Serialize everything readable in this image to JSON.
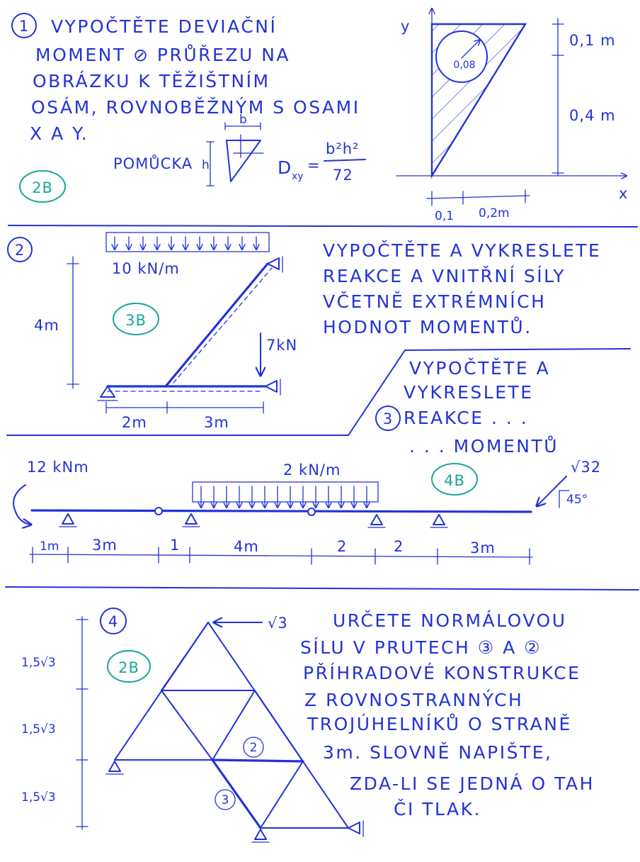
{
  "colors": {
    "ink": "#2233d6",
    "grade": "#1aa69a",
    "paper": "#ffffff"
  },
  "task1": {
    "number": "1",
    "text_lines": [
      "VYPOČTĚTE DEVIAČNÍ",
      "MOMENT ⊘ PRŮŘEZU NA",
      "OBRÁZKU K TĚŽIŠTNÍM",
      "OSÁM, ROVNOBĚŽNÝM S OSAMI",
      "X A Y."
    ],
    "hint_label": "POMŮCKA",
    "hint_b": "b",
    "hint_h": "h",
    "formula_lhs": "D",
    "formula_sub": "xy",
    "formula_num": "b²h²",
    "formula_den": "72",
    "points": "2B",
    "axis_y": "y",
    "axis_x": "x",
    "circle_r": "0,08",
    "dim_top": "0,1 m",
    "dim_height": "0,4 m",
    "dim_left": "0,1",
    "dim_right": "0,2m"
  },
  "task2": {
    "number": "2",
    "load": "10 kN/m",
    "height": "4m",
    "points": "3B",
    "force": "7kN",
    "span_a": "2m",
    "span_b": "3m",
    "text_lines": [
      "VYPOČTĚTE A VYKRESLETE",
      "REAKCE A VNITŘNÍ SÍLY",
      "VČETNĚ EXTRÉMNÍCH",
      "HODNOT MOMENTŮ."
    ]
  },
  "task3": {
    "number": "3",
    "text_lines": [
      "VYPOČTĚTE A",
      "VYKRESLETE",
      "REAKCE . . .",
      ". . . MOMENTŮ"
    ],
    "points": "4B",
    "moment": "12 kNm",
    "load": "2 kN/m",
    "force": "√32",
    "angle": "45°",
    "dims": [
      "1m",
      "3m",
      "1",
      "4m",
      "2",
      "2",
      "3m"
    ]
  },
  "task4": {
    "number": "4",
    "force": "√3",
    "points": "2B",
    "dims": [
      "1,5√3",
      "1,5√3",
      "1,5√3"
    ],
    "member_a": "2",
    "member_b": "3",
    "text_lines": [
      "URČETE NORMÁLOVOU",
      "SÍLU V PRUTECH ③ A ②",
      "PŘÍHRADOVÉ KONSTRUKCE",
      "Z ROVNOSTRANNÝCH",
      "TROJÚHELNÍKŮ O STRANĚ",
      "3m. SLOVNĚ NAPIŠTE,",
      "ZDA-LI SE JEDNÁ O TAH",
      "ČI TLAK."
    ]
  }
}
